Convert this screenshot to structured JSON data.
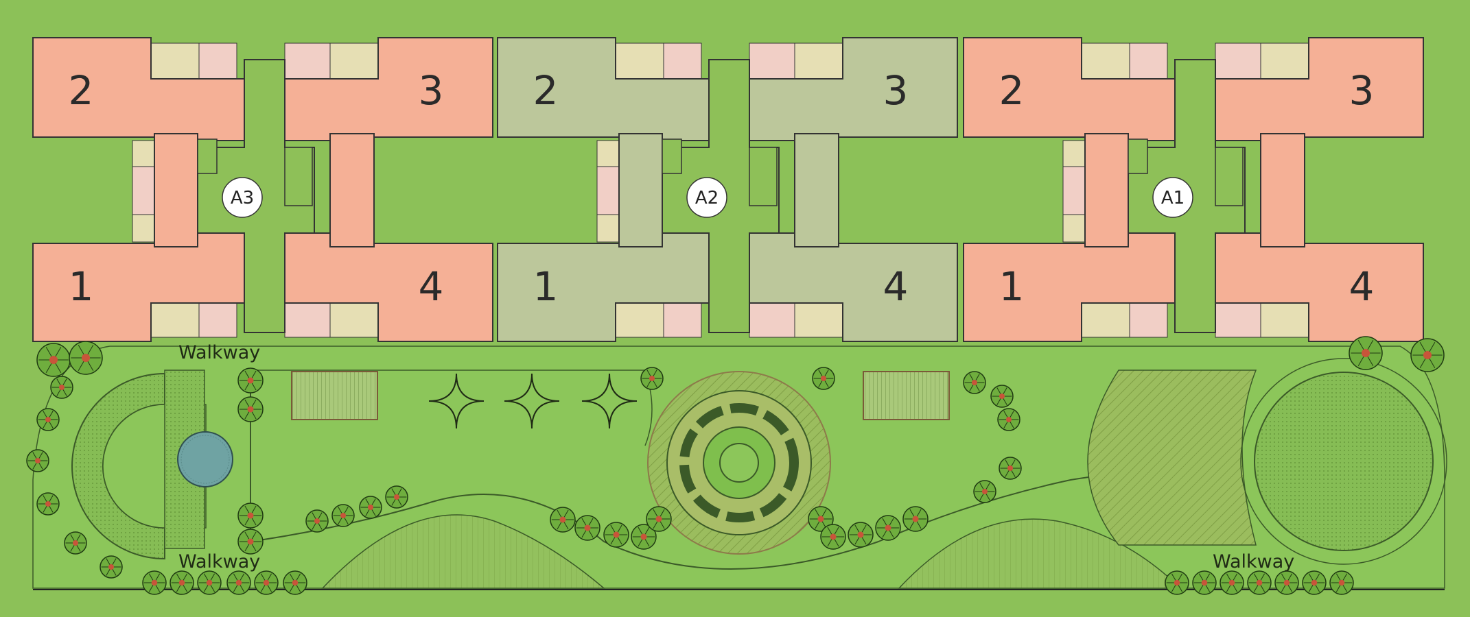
{
  "plan": {
    "colors": {
      "background": "#8cc158",
      "tower_a3": "#f5b096",
      "tower_a2": "#bcc79b",
      "tower_a1": "#f5b096",
      "core": "#8ec058",
      "balcony_beige": "#e6dfb4",
      "balcony_pink": "#f1cfc6",
      "lawn": "#8cc65a",
      "lawn_dark": "#79b34b",
      "water": "#6fa3a3",
      "hatched_area": "#9ab85c",
      "plaza_ring": "#a7b35e",
      "outline": "#333333"
    },
    "towers": [
      {
        "label": "A3",
        "units": [
          "1",
          "2",
          "3",
          "4"
        ]
      },
      {
        "label": "A2",
        "units": [
          "1",
          "2",
          "3",
          "4"
        ]
      },
      {
        "label": "A1",
        "units": [
          "1",
          "2",
          "3",
          "4"
        ]
      }
    ],
    "walkways": [
      "Walkway",
      "Walkway",
      "Walkway"
    ]
  }
}
